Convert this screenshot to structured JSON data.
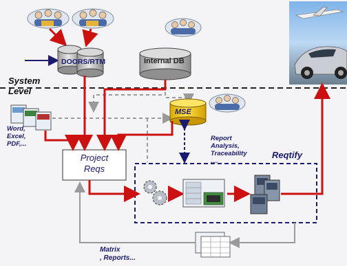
{
  "system_level": "System\nLevel",
  "doors_rtm": "DOORS/RTM",
  "internal_db": "Internal DB",
  "mse": "MSE",
  "doc_formats": "Word,\nExcel,\nPDF,...",
  "report_text": "Report\nAnalysis,\nTraceability\n,...",
  "reqtify": "Reqtify",
  "project_reqs": "Project\nReqs",
  "matrix_reports": "Matrix\n, Reports...",
  "colors": {
    "red_arrow": "#cc1111",
    "gray_arrow": "#9a9a9a",
    "navy": "#1a1a6e",
    "mse_yellow": "#f5c400",
    "dashed_box": "#1a1a6e"
  }
}
